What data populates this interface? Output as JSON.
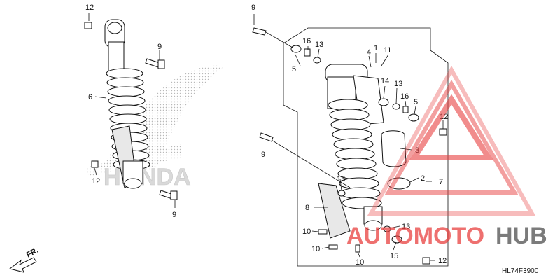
{
  "diagram": {
    "drawing_code": "HL74F3900",
    "front_arrow_label": "FR.",
    "brand_watermark": "HONDA",
    "shop_watermark": {
      "word_red": "AUTOMOTO",
      "word_grey": "HUB",
      "red_color": "#e8403f",
      "grey_color": "#5a5a5a"
    }
  },
  "callouts": {
    "c1": "1",
    "c2": "2",
    "c3": "3",
    "c4": "4",
    "c5": "5",
    "c5b": "5",
    "c6": "6",
    "c7": "7",
    "c8": "8",
    "c9a": "9",
    "c9b": "9",
    "c9c": "9",
    "c9d": "9",
    "c10a": "10",
    "c10b": "10",
    "c10c": "10",
    "c11": "11",
    "c12a": "12",
    "c12b": "12",
    "c12c": "12",
    "c12d": "12",
    "c13a": "13",
    "c13b": "13",
    "c13c": "13",
    "c13d": "13",
    "c14": "14",
    "c15": "15",
    "c16a": "16",
    "c16b": "16"
  }
}
